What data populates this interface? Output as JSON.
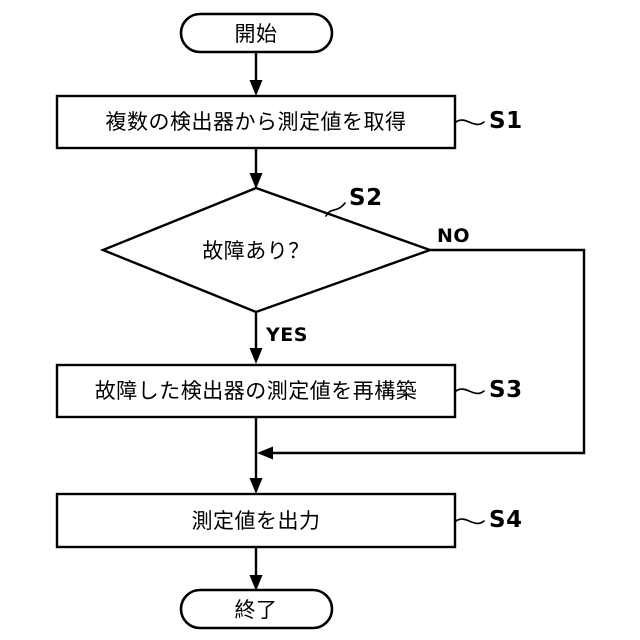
{
  "diagram": {
    "type": "flowchart",
    "title": "",
    "language": "ja",
    "background_color": "#ffffff",
    "line_color": "#000000",
    "nodes": [
      {
        "id": "start",
        "shape": "terminator",
        "label": "開始",
        "tag": ""
      },
      {
        "id": "s1",
        "shape": "process",
        "label": "複数の検出器から測定値を取得",
        "tag": "S1"
      },
      {
        "id": "s2",
        "shape": "decision",
        "label": "故障あり？",
        "tag": "S2"
      },
      {
        "id": "s3",
        "shape": "process",
        "label": "故障した検出器の測定値を再構築",
        "tag": "S3"
      },
      {
        "id": "s4",
        "shape": "process",
        "label": "測定値を出力",
        "tag": "S4"
      },
      {
        "id": "end",
        "shape": "terminator",
        "label": "終了",
        "tag": ""
      }
    ],
    "branch_labels": {
      "yes": "YES",
      "no": "NO"
    },
    "edges": [
      {
        "from": "start",
        "to": "s1",
        "label": ""
      },
      {
        "from": "s1",
        "to": "s2",
        "label": ""
      },
      {
        "from": "s2",
        "to": "s3",
        "label": "YES"
      },
      {
        "from": "s2",
        "to": "s4",
        "label": "NO"
      },
      {
        "from": "s3",
        "to": "s4",
        "label": ""
      },
      {
        "from": "s4",
        "to": "end",
        "label": ""
      }
    ]
  }
}
